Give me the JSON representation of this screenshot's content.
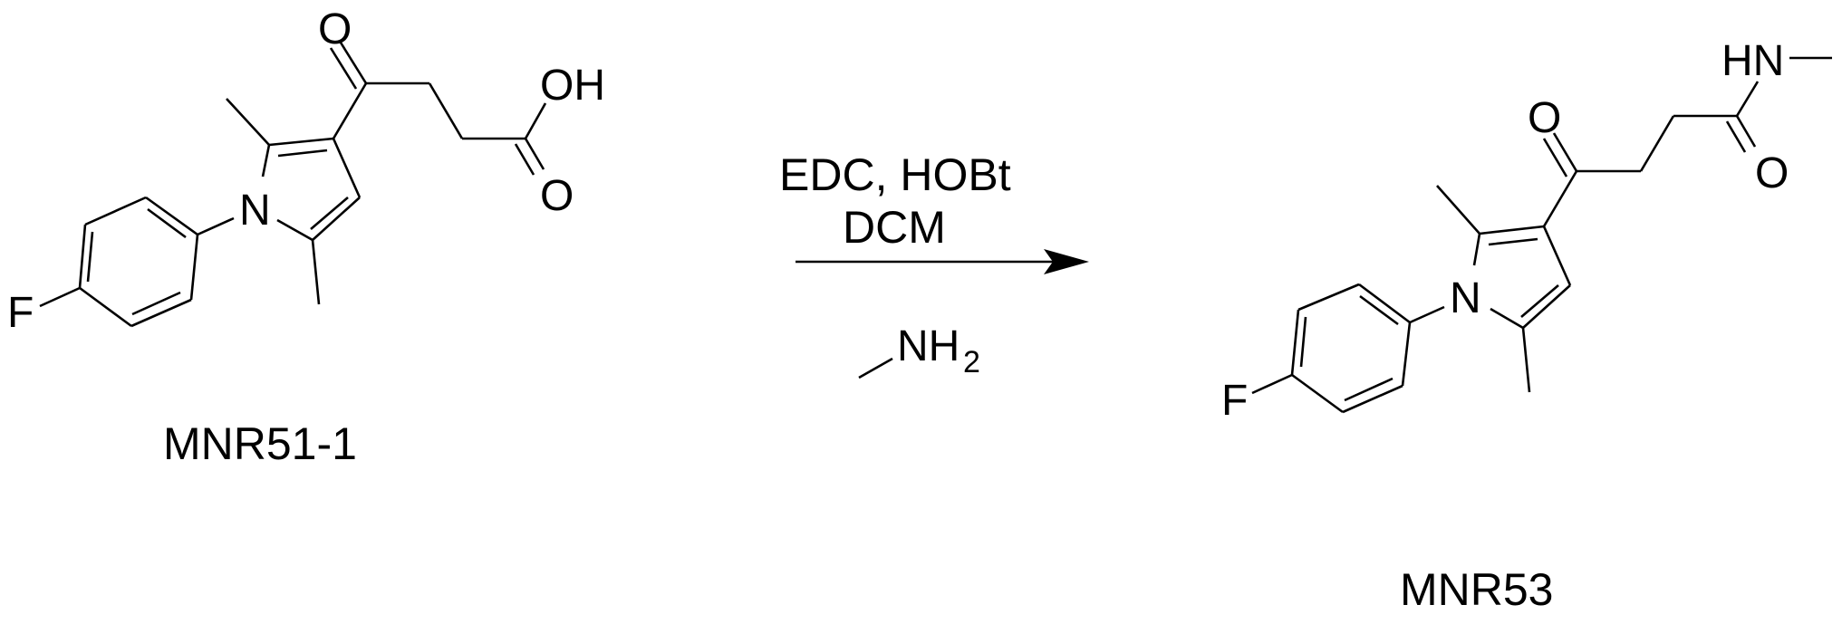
{
  "atoms": {
    "O": "O",
    "OH": "OH",
    "N": "N",
    "F": "F",
    "HN": "HN",
    "NH": "NH",
    "sub2": "2"
  },
  "conditions": {
    "reagents": "EDC, HOBt",
    "solvent": "DCM"
  },
  "compounds": {
    "starting_material": "MNR51-1",
    "product": "MNR53"
  }
}
